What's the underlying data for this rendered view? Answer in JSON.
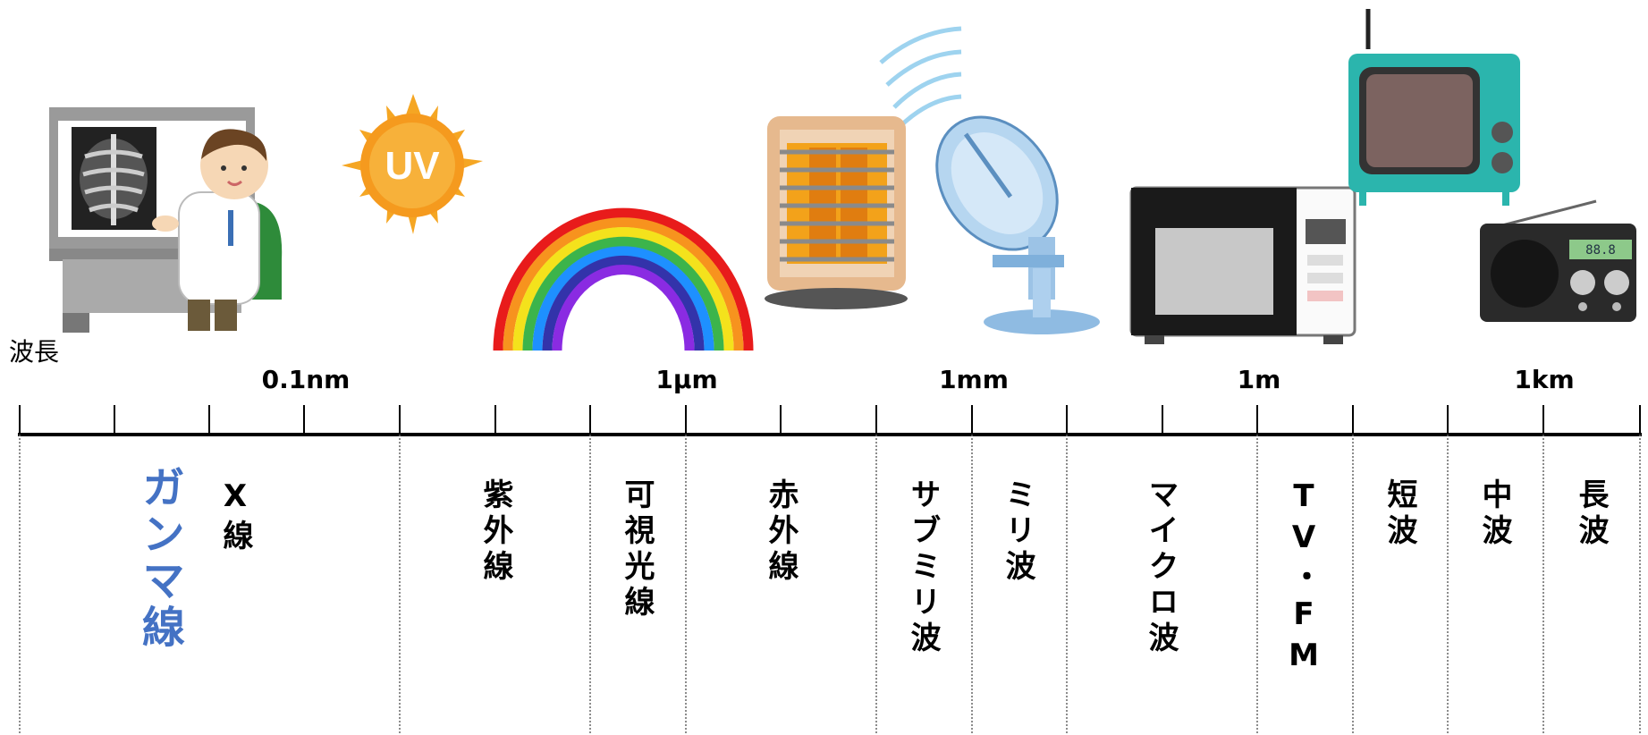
{
  "wavelength_label": "波長",
  "scale_labels": [
    "0.1nm",
    "1μm",
    "1mm",
    "1m",
    "1km"
  ],
  "bands": [
    {
      "id": "gamma",
      "label": "ガンマ線",
      "color": "#4472c4"
    },
    {
      "id": "xray",
      "label": "X線"
    },
    {
      "id": "uv",
      "label": "紫外線"
    },
    {
      "id": "visible",
      "label": "可視光線"
    },
    {
      "id": "ir",
      "label": "赤外線"
    },
    {
      "id": "submm",
      "label": "サブミリ波"
    },
    {
      "id": "mm",
      "label": "ミリ波"
    },
    {
      "id": "micro",
      "label": "マイクロ波"
    },
    {
      "id": "tvfm",
      "label": "TV・FM"
    },
    {
      "id": "short",
      "label": "短波"
    },
    {
      "id": "medium",
      "label": "中波"
    },
    {
      "id": "long",
      "label": "長波"
    }
  ],
  "illustrations": [
    {
      "name": "xray-doctor",
      "icon": "xray-viewer-icon"
    },
    {
      "name": "sun-uv",
      "icon": "sun-icon",
      "text": "UV"
    },
    {
      "name": "rainbow",
      "icon": "rainbow-icon"
    },
    {
      "name": "heater",
      "icon": "heater-icon"
    },
    {
      "name": "satellite-dish",
      "icon": "satellite-dish-icon"
    },
    {
      "name": "microwave-oven",
      "icon": "microwave-icon"
    },
    {
      "name": "television",
      "icon": "tv-icon"
    },
    {
      "name": "radio",
      "icon": "radio-icon",
      "display_text": "88.8"
    }
  ],
  "colors": {
    "gamma_text": "#4472c4",
    "tv_body": "#2bb5ad"
  }
}
